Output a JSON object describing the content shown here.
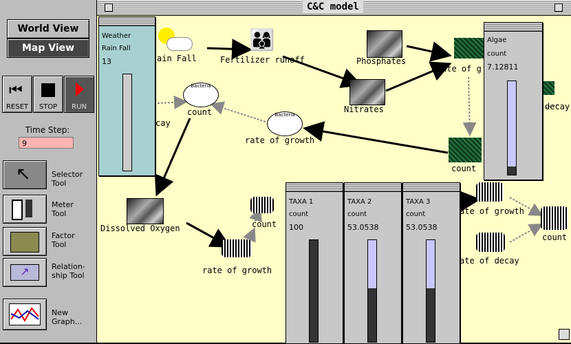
{
  "left_panel": {
    "world_view": "World View",
    "map_view": "Map View",
    "controls": {
      "reset": "RESET",
      "stop": "STOP",
      "run": "RUN"
    },
    "time_step_label": "Time Step:",
    "time_step_value": "9",
    "tools": [
      {
        "label1": "Selector",
        "label2": "Tool"
      },
      {
        "label1": "Meter",
        "label2": "Tool"
      },
      {
        "label1": "Factor",
        "label2": "Tool"
      },
      {
        "label1": "Relation-",
        "label2": "ship Tool"
      },
      {
        "label1": "New",
        "label2": "Graph..."
      }
    ]
  },
  "window": {
    "title": "C&C model"
  },
  "nodes": {
    "rainfall": "ain Fall",
    "fertilizer": "Fertilizer runoff",
    "phosphates": "Phosphates",
    "nitrates": "Nitrates",
    "algae_rate": "ate of g",
    "algae_count": "count",
    "algae_decay": "decay",
    "bacteria_count": "count",
    "bacteria_rate": "rate of growth",
    "bacteria_decay": "cay",
    "dissolved_oxygen": "Dissolved Oxygen",
    "taxa1_count": "count",
    "taxa1_rate": "rate of growth",
    "right_rate_growth": "ate of growth",
    "right_count": "count",
    "right_rate_decay": "ate of decay"
  },
  "meters": {
    "weather": {
      "name": "Weather",
      "var": "Rain Fall",
      "value": "13"
    },
    "algae": {
      "name": "Algae",
      "var": "count",
      "value": "7.12811",
      "level": 0.09
    },
    "taxa1": {
      "name": "TAXA 1",
      "var": "count",
      "value": "100",
      "level": 1.0
    },
    "taxa2": {
      "name": "TAXA 2",
      "var": "count",
      "value": "53.0538",
      "level": 0.53
    },
    "taxa3": {
      "name": "TAXA 3",
      "var": "count",
      "value": "53.0538",
      "level": 0.53
    }
  },
  "colors": {
    "canvas": "#ffffc8",
    "time_input": "#ffb3b3",
    "run_arrow": "#ff0000",
    "meter_fill": "#c8c8ff"
  }
}
